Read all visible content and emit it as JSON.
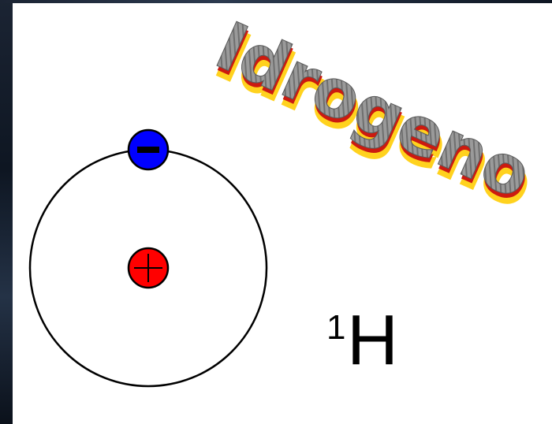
{
  "title": {
    "text": "Idrogeno"
  },
  "isotope": {
    "mass_number": "1",
    "symbol": "H"
  },
  "atom": {
    "electron_sign": "−",
    "proton_sign": "+"
  },
  "colors": {
    "electron": "#0000ff",
    "proton": "#ff0000",
    "orbit": "#000000",
    "title_front": "#8a8a8a",
    "title_shadow": "#cc1a10",
    "title_glow": "#ffd21e"
  }
}
